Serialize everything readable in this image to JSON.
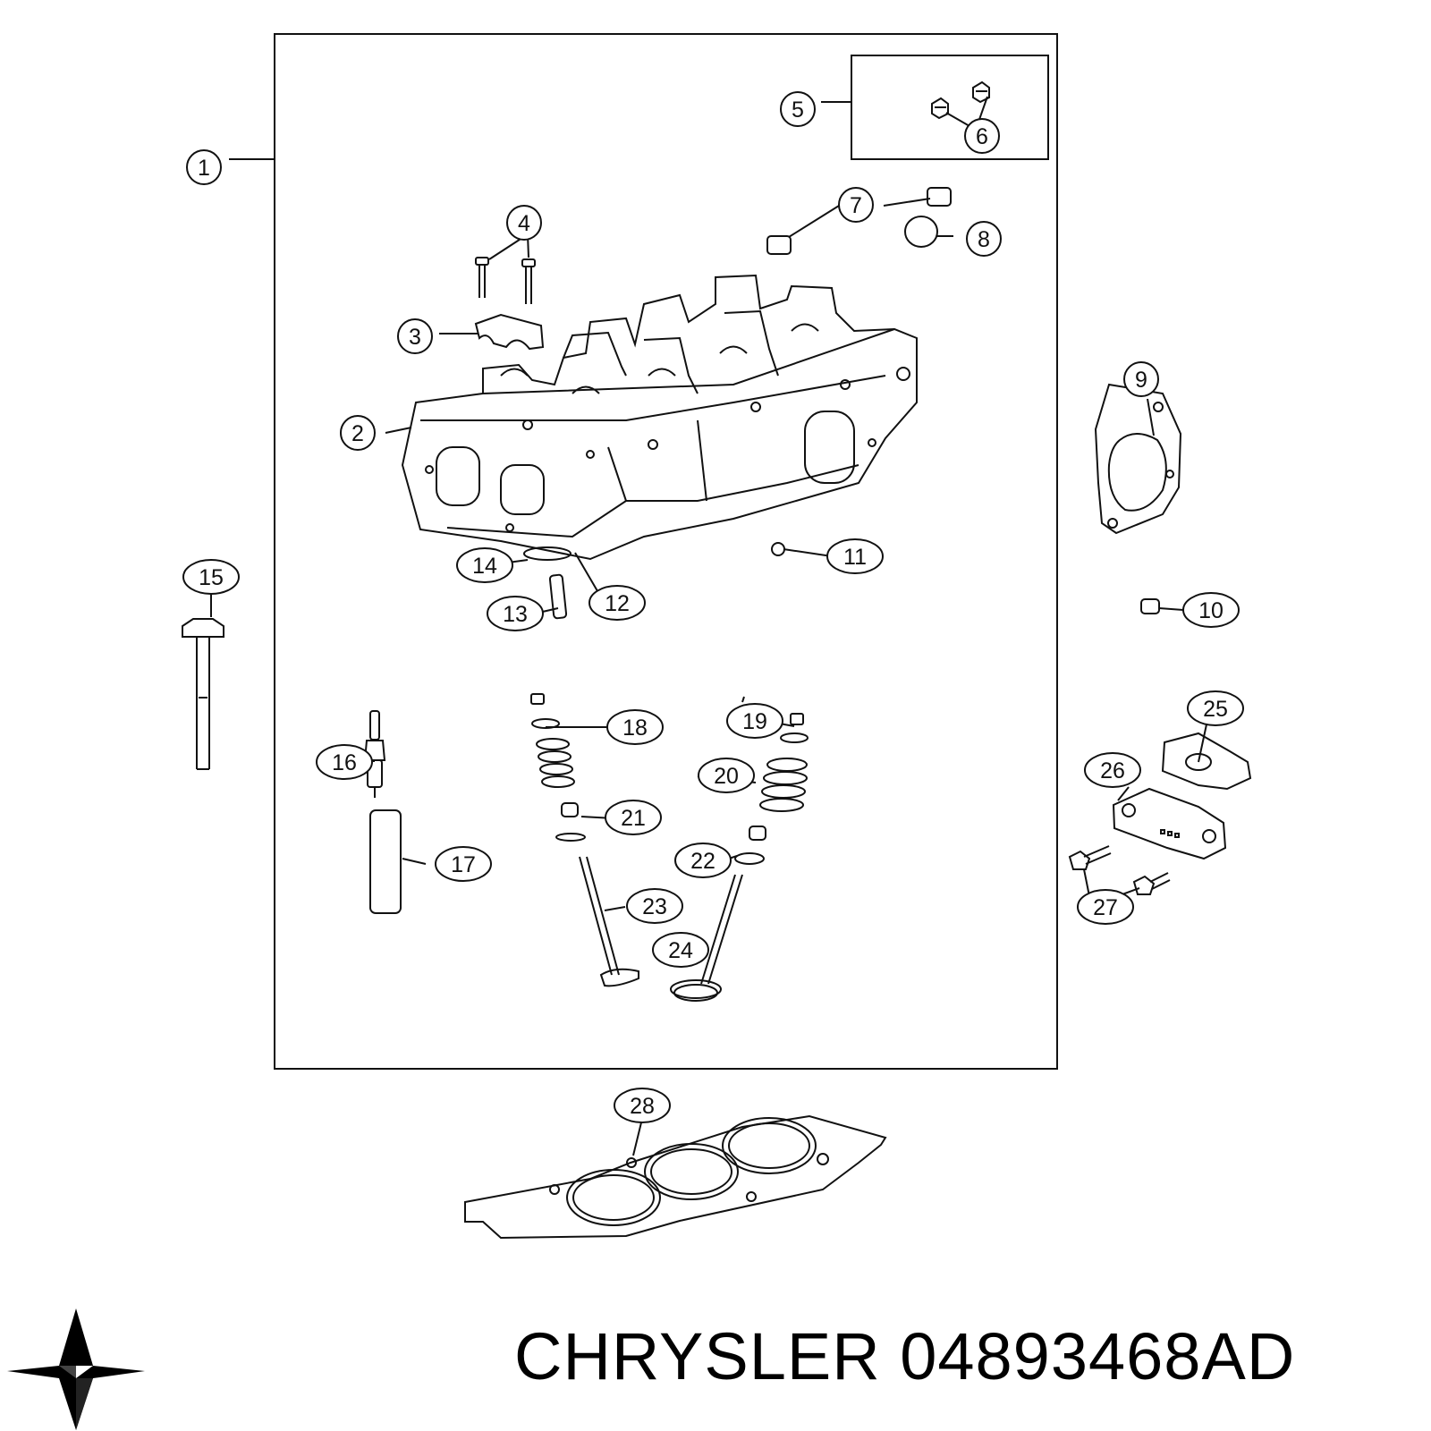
{
  "callouts": [
    "1",
    "2",
    "3",
    "4",
    "5",
    "6",
    "7",
    "8",
    "9",
    "10",
    "11",
    "12",
    "13",
    "14",
    "15",
    "16",
    "17",
    "18",
    "19",
    "20",
    "21",
    "22",
    "23",
    "24",
    "25",
    "26",
    "27",
    "28"
  ],
  "brand": {
    "name": "CHRYSLER",
    "part_number": "04893468AD",
    "logo": "chrysler-pentastar-logo"
  },
  "colors": {
    "line": "#111111",
    "background": "#ffffff"
  }
}
